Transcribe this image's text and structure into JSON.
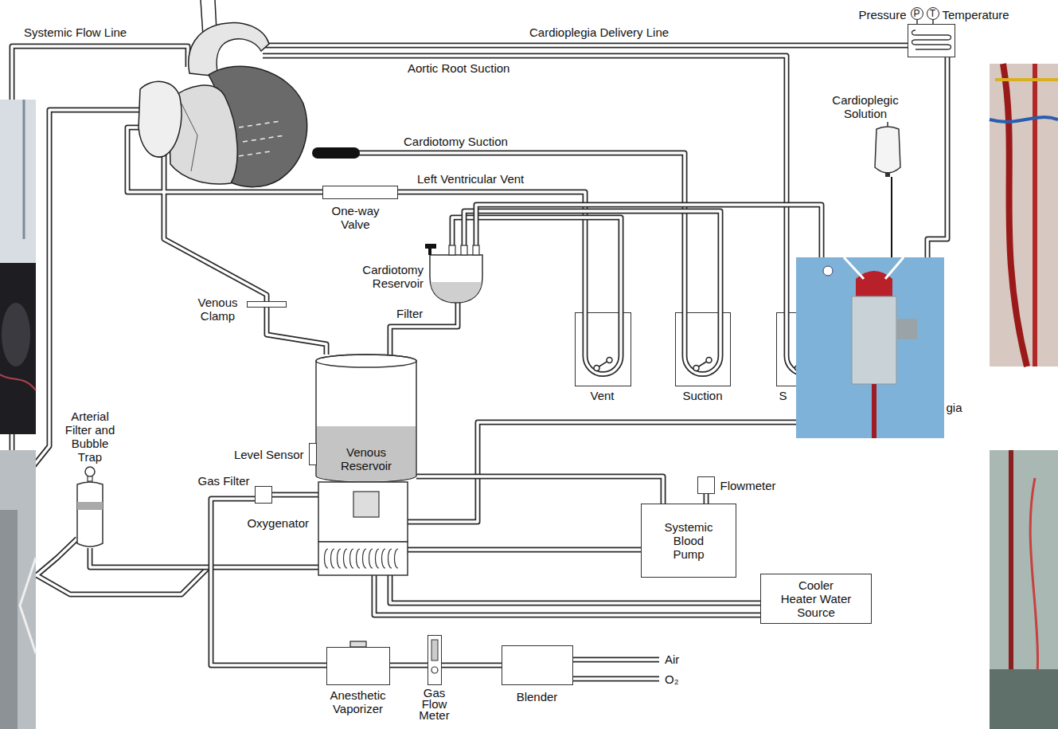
{
  "diagram": {
    "nodes": [
      {
        "text": [
          "Pressure",
          "P",
          "T",
          "Temperature"
        ]
      },
      {
        "text": [
          "Cardioplegic Solution"
        ]
      },
      {
        "text": [
          "One-way Valve"
        ]
      },
      {
        "text": [
          "Cardiotomy Reservoir"
        ]
      },
      {
        "text": [
          "Venous Clamp"
        ]
      },
      {
        "text": [
          "Vent"
        ]
      },
      {
        "text": [
          "Suction"
        ]
      },
      {
        "text": [
          "S"
        ]
      },
      {
        "text": [
          "gia"
        ]
      },
      {
        "text": [
          "Venous Reservoir"
        ]
      },
      {
        "text": [
          "Level Sensor"
        ]
      },
      {
        "text": [
          "Arterial Filter and Bubble Trap"
        ]
      },
      {
        "text": [
          "Gas Filter"
        ]
      },
      {
        "text": [
          "Flowmeter"
        ]
      },
      {
        "text": [
          "Oxygenator"
        ]
      },
      {
        "text": [
          "Systemic Blood Pump"
        ]
      },
      {
        "text": [
          "Cooler Heater Water Source"
        ]
      },
      {
        "text": [
          "Anesthetic Vaporizer"
        ]
      },
      {
        "text": [
          "Gas Flow Meter"
        ]
      },
      {
        "text": [
          "Blender"
        ]
      }
    ],
    "edges": [
      {
        "from": 4,
        "to": 9,
        "arrow": "none"
      },
      {
        "from": 3,
        "to": 9,
        "arrow": "none"
      },
      {
        "from": 2,
        "to": 5,
        "arrow": "none"
      },
      {
        "from": 5,
        "to": 3,
        "arrow": "none"
      },
      {
        "from": 6,
        "to": 3,
        "arrow": "none"
      },
      {
        "from": 7,
        "to": 3,
        "arrow": "none"
      },
      {
        "from": 1,
        "to": 8,
        "arrow": "none"
      },
      {
        "from": 8,
        "to": 0,
        "arrow": "none"
      },
      {
        "from": 14,
        "to": 8,
        "arrow": "none"
      },
      {
        "from": 9,
        "to": 15,
        "arrow": "none"
      },
      {
        "from": 15,
        "to": 13,
        "arrow": "none"
      },
      {
        "from": 14,
        "to": 15,
        "arrow": "none"
      },
      {
        "from": 14,
        "to": 11,
        "arrow": "none"
      },
      {
        "from": 16,
        "to": 14,
        "arrow": "none"
      },
      {
        "from": 16,
        "to": 14,
        "arrow": "none"
      },
      {
        "from": 19,
        "to": 18,
        "arrow": "none"
      },
      {
        "from": 18,
        "to": 17,
        "arrow": "none"
      },
      {
        "from": 17,
        "to": 12,
        "arrow": "none"
      },
      {
        "from": 12,
        "to": 14,
        "arrow": "none"
      }
    ],
    "labels": [
      "Systemic Flow Line",
      "Cardioplegia Delivery Line",
      "Aortic Root Suction",
      "Cardiotomy Suction",
      "Left Ventricular Vent",
      "Filter",
      "Air",
      "O₂"
    ]
  }
}
